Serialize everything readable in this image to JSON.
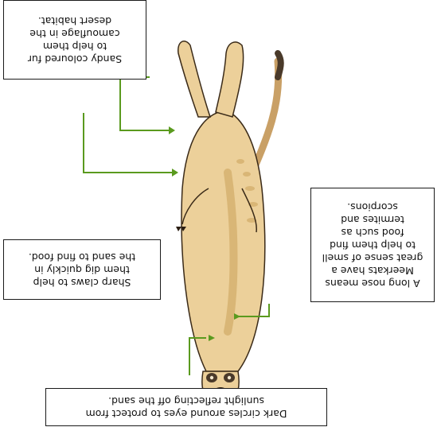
{
  "labels": {
    "fur": {
      "lines": [
        "Sandy coloured fur",
        "to help them",
        "camouflage in the",
        "desert habitat."
      ]
    },
    "claws": {
      "lines": [
        "Sharp claws to help",
        "them dig quickly in",
        "the sand to find food."
      ]
    },
    "eyes": {
      "lines": [
        "Dark circles around eyes to protect from",
        "sunlight reflecting off the sand."
      ]
    },
    "nose": {
      "lines": [
        "A long nose means",
        "Meerkats have a",
        "great sense of smell",
        "to help them find",
        "food such as",
        "termites and",
        "scorpions."
      ]
    }
  },
  "colors": {
    "connector": "#5a9a1e",
    "fur": "#ecd09a",
    "fur_shadow": "#d9b676",
    "tail_tip": "#4a3a2a",
    "outline": "#3a2a18"
  }
}
